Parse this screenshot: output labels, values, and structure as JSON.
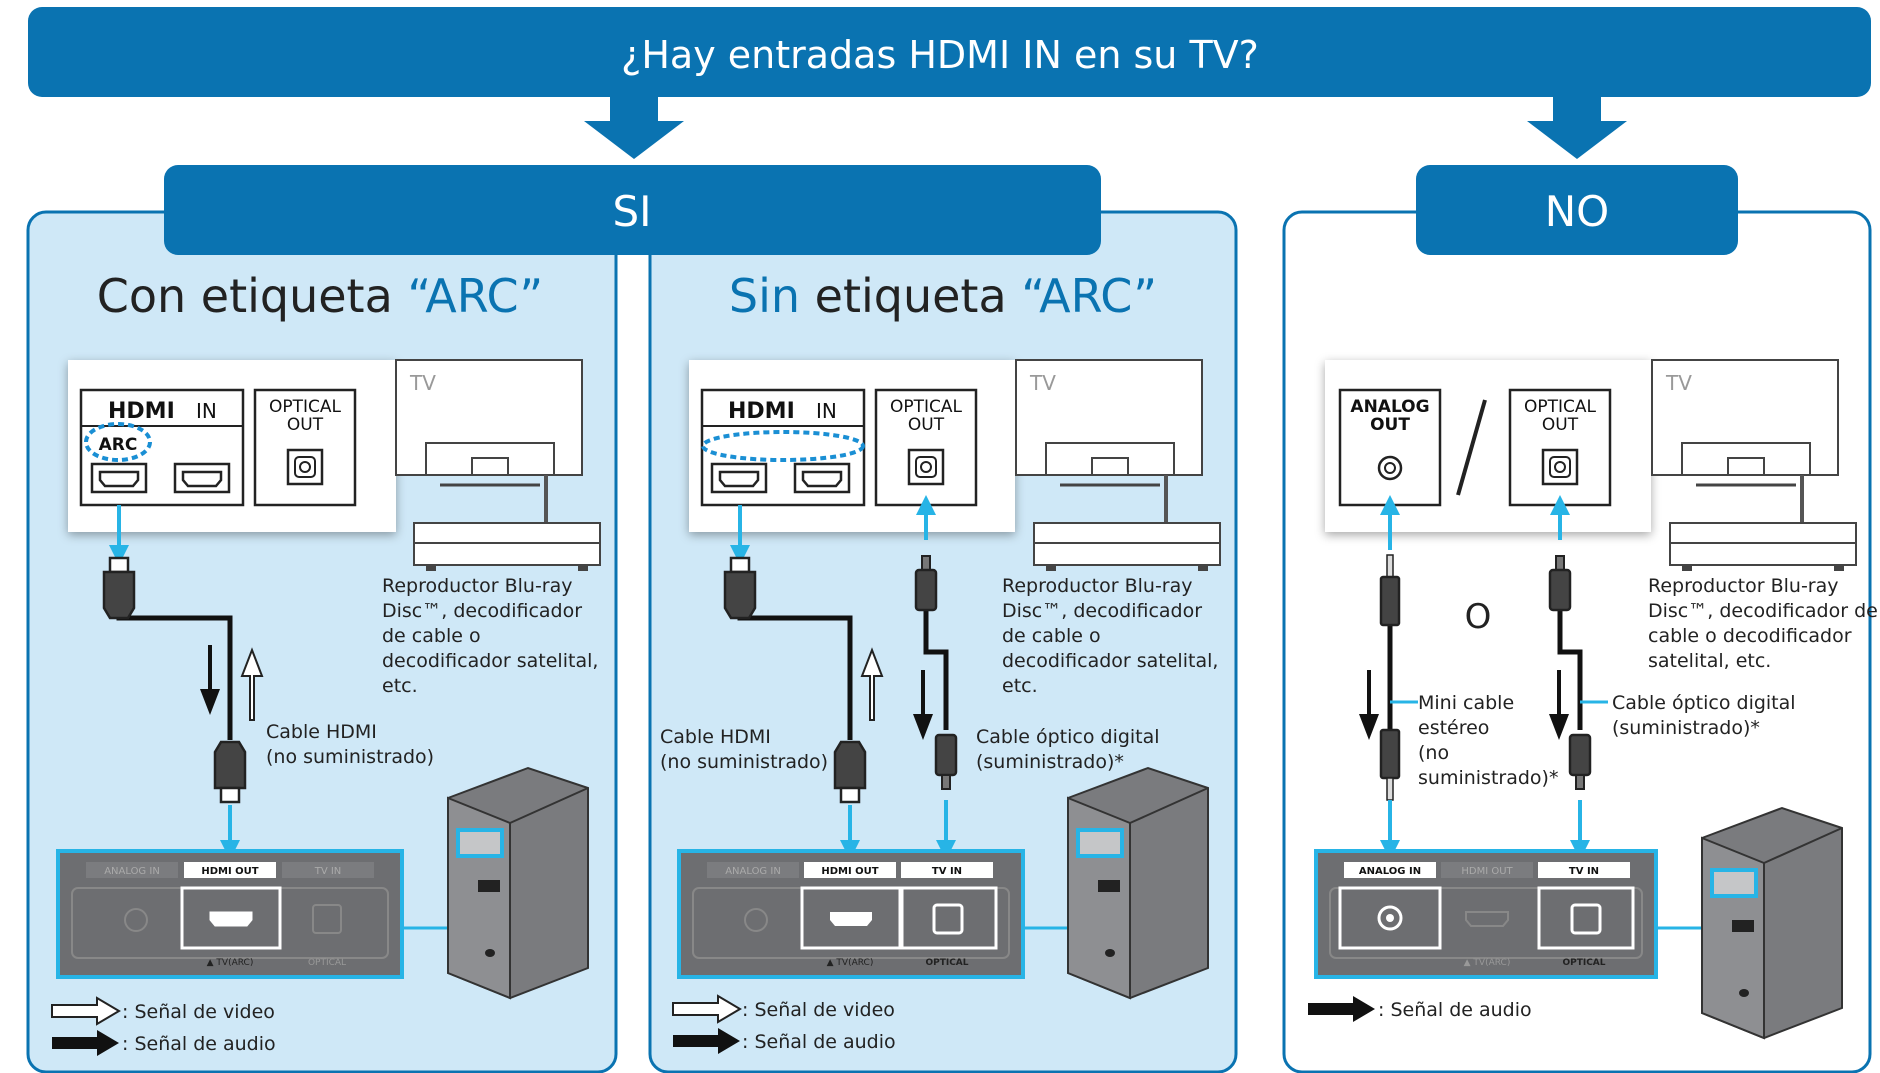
{
  "header": {
    "question": "¿Hay entradas HDMI IN en su TV?"
  },
  "answers": {
    "yes": "SI",
    "no": "NO"
  },
  "panel_arc": {
    "title_prefix": "Con etiqueta ",
    "title_highlight": "“ARC”",
    "hdmi_label": "HDMI",
    "hdmi_in": "IN",
    "arc_tag": "ARC",
    "optical_out_l1": "OPTICAL",
    "optical_out_l2": "OUT",
    "tv_label": "TV",
    "player_l1": "Reproductor Blu-ray",
    "player_l2": "Disc™, decodificador",
    "player_l3": "de cable o",
    "player_l4": "decodificador satelital,",
    "player_l5": "etc.",
    "cable_l1": "Cable HDMI",
    "cable_l2": "(no suministrado)",
    "unit_labels": [
      "ANALOG IN",
      "HDMI OUT",
      "TV IN"
    ],
    "unit_sub": [
      "▲ TV(ARC)",
      "OPTICAL"
    ],
    "legend_video": ": Señal de video",
    "legend_audio": ": Señal de audio"
  },
  "panel_noarc": {
    "title_highlight": "Sin",
    "title_rest": " etiqueta ",
    "title_arc": "“ARC”",
    "hdmi_label": "HDMI",
    "hdmi_in": "IN",
    "optical_out_l1": "OPTICAL",
    "optical_out_l2": "OUT",
    "tv_label": "TV",
    "player_l1": "Reproductor Blu-ray",
    "player_l2": "Disc™, decodificador",
    "player_l3": "de cable o",
    "player_l4": "decodificador satelital,",
    "player_l5": "etc.",
    "hdmi_cable_l1": "Cable HDMI",
    "hdmi_cable_l2": "(no suministrado)",
    "opt_cable_l1": "Cable óptico digital",
    "opt_cable_l2": "(suministrado)*",
    "unit_labels": [
      "ANALOG IN",
      "HDMI OUT",
      "TV IN"
    ],
    "unit_sub": [
      "▲ TV(ARC)",
      "OPTICAL"
    ],
    "legend_video": ": Señal de video",
    "legend_audio": ": Señal de audio"
  },
  "panel_no": {
    "analog_out_l1": "ANALOG",
    "analog_out_l2": "OUT",
    "optical_out_l1": "OPTICAL",
    "optical_out_l2": "OUT",
    "tv_label": "TV",
    "player_l1": "Reproductor Blu-ray",
    "player_l2": "Disc™, decodificador de",
    "player_l3": "cable o decodificador",
    "player_l4": "satelital, etc.",
    "or_label": "O",
    "mini_l1": "Mini cable",
    "mini_l2": "estéreo",
    "mini_l3": "(no",
    "mini_l4": "suministrado)*",
    "opt_cable_l1": "Cable óptico digital",
    "opt_cable_l2": "(suministrado)*",
    "unit_labels": [
      "ANALOG IN",
      "HDMI OUT",
      "TV IN"
    ],
    "unit_sub": [
      "▲ TV(ARC)",
      "OPTICAL"
    ],
    "legend_audio": ": Señal de audio"
  },
  "colors": {
    "brand_blue": "#0a73b1",
    "light_blue": "#cfe8f7",
    "cyan": "#27b4e6",
    "unit_gray": "#6d6e71"
  }
}
